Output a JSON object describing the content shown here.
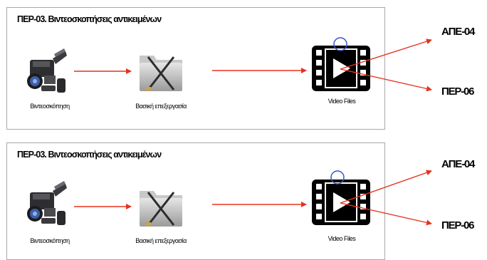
{
  "diagrams": [
    {
      "title": "ΠΕΡ-03. Βιντεοσκοπήσεις αντικειμένων",
      "nodes": {
        "camera": {
          "label": "Βιντεοσκόπηση",
          "icon": "video-camera-icon"
        },
        "editing": {
          "label": "Βασική επεξεργασία",
          "icon": "editing-folder-icon"
        },
        "files": {
          "label": "Video Files",
          "icon": "film-strip-icon"
        }
      },
      "targets": [
        "ΑΠΕ-04",
        "ΠΕΡ-06"
      ]
    },
    {
      "title": "ΠΕΡ-03. Βιντεοσκοπήσεις αντικειμένων",
      "nodes": {
        "camera": {
          "label": "Βιντεοσκόπηση",
          "icon": "video-camera-icon"
        },
        "editing": {
          "label": "Βασική επεξεργασία",
          "icon": "editing-folder-icon"
        },
        "files": {
          "label": "Video Files",
          "icon": "film-strip-icon"
        }
      },
      "targets": [
        "ΑΠΕ-04",
        "ΠΕΡ-06"
      ]
    }
  ],
  "colors": {
    "arrow": "#e8321e",
    "marker": "#3a55c8",
    "border": "#a8a8a8"
  }
}
